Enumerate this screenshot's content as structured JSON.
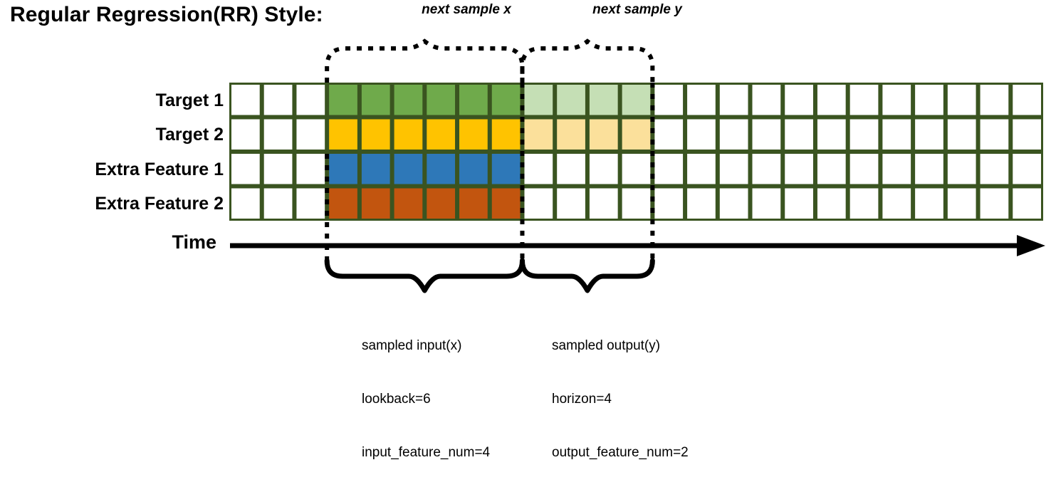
{
  "title": "Regular Regression(RR) Style:",
  "top_annotations": {
    "next_sample_x": "next sample x",
    "next_sample_y": "next sample y"
  },
  "rows": [
    {
      "label": "Target 1",
      "fill": "#6FAA4B",
      "faded": "#C5DFB5",
      "input_cells": 6,
      "output_cells": 4
    },
    {
      "label": "Target 2",
      "fill": "#FFC300",
      "faded": "#FBE09B",
      "input_cells": 6,
      "output_cells": 4
    },
    {
      "label": "Extra Feature 1",
      "fill": "#2E78B8",
      "faded": null,
      "input_cells": 6,
      "output_cells": 0
    },
    {
      "label": "Extra Feature 2",
      "fill": "#C2550F",
      "faded": null,
      "input_cells": 6,
      "output_cells": 0
    }
  ],
  "axis": {
    "label": "Time"
  },
  "grid": {
    "columns": 25,
    "lead_blank_columns": 3,
    "border_color": "#3A5420"
  },
  "captions": {
    "input": {
      "title": "sampled input(x)",
      "line2": "lookback=6",
      "line3": "input_feature_num=4"
    },
    "output": {
      "title": "sampled output(y)",
      "line2": "horizon=4",
      "line3": "output_feature_num=2"
    }
  },
  "chart_data": {
    "type": "table",
    "title": "Regular Regression(RR) Style:",
    "categories": [
      "Target 1",
      "Target 2",
      "Extra Feature 1",
      "Extra Feature 2"
    ],
    "total_timesteps": 25,
    "input_window": {
      "start_column": 4,
      "end_column": 9,
      "length": 6,
      "feature_num": 4
    },
    "output_window": {
      "start_column": 10,
      "end_column": 13,
      "length": 4,
      "feature_num": 2
    },
    "series": [
      {
        "name": "Target 1",
        "input_columns": [
          4,
          5,
          6,
          7,
          8,
          9
        ],
        "output_columns": [
          10,
          11,
          12,
          13
        ]
      },
      {
        "name": "Target 2",
        "input_columns": [
          4,
          5,
          6,
          7,
          8,
          9
        ],
        "output_columns": [
          10,
          11,
          12,
          13
        ]
      },
      {
        "name": "Extra Feature 1",
        "input_columns": [
          4,
          5,
          6,
          7,
          8,
          9
        ],
        "output_columns": []
      },
      {
        "name": "Extra Feature 2",
        "input_columns": [
          4,
          5,
          6,
          7,
          8,
          9
        ],
        "output_columns": []
      }
    ],
    "annotations": [
      "next sample x",
      "next sample y",
      "sampled input(x)",
      "sampled output(y)"
    ],
    "xlabel": "Time",
    "ylabel": "",
    "grid": true,
    "legend": "none"
  }
}
